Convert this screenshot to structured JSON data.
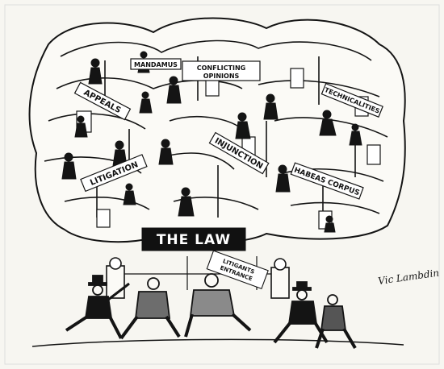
{
  "signs": {
    "mandamus": "MANDAMUS",
    "conflicting_1": "CONFLICTING",
    "conflicting_2": "OPINIONS",
    "appeals": "APPEALS",
    "technicalities": "TECHNICALITIES",
    "injunction": "INJUNCTION",
    "habeas_corpus": "HABEAS CORPUS",
    "litigation": "LITIGATION",
    "litigants_1": "LITIGANTS",
    "litigants_2": "ENTRANCE"
  },
  "banner": {
    "title": "THE LAW"
  },
  "signature": "Vic Lambdin",
  "colors": {
    "ink": "#141414",
    "paper": "#f7f6f1",
    "banner_bg": "#111111",
    "banner_text": "#ffffff"
  }
}
